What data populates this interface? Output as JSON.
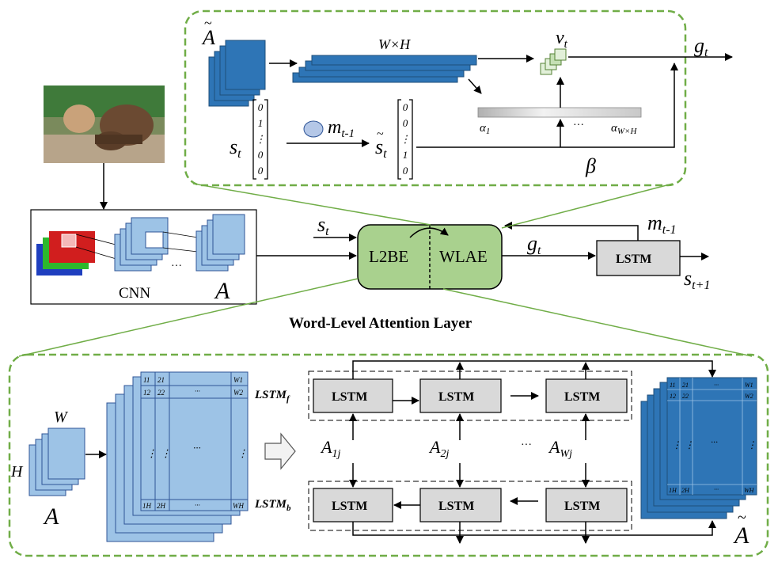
{
  "title": "Word-Level Attention Layer",
  "top": {
    "a_tilde": "A",
    "wh": "W×H",
    "v": "v",
    "v_sub": "t",
    "g": "g",
    "g_sub": "t",
    "s": "s",
    "s_sub": "t",
    "vec1": [
      "0",
      "1",
      "⋮",
      "0",
      "0"
    ],
    "m": "m",
    "m_sub": "t-1",
    "s2": "s",
    "s2_sub": "t",
    "vec2": [
      "0",
      "0",
      "⋮",
      "1",
      "0"
    ],
    "alpha1": "α",
    "alpha1_sub": "1",
    "dots": "···",
    "alphaN": "α",
    "alphaN_sub": "W×H",
    "beta": "β"
  },
  "middle": {
    "cnn": "CNN",
    "dots": "···",
    "a_label": "A",
    "s": "s",
    "s_sub": "t",
    "l2be": "L2BE",
    "wlae": "WLAE",
    "m": "m",
    "m_sub": "t-1",
    "g": "g",
    "g_sub": "t",
    "lstm": "LSTM",
    "s_next": "s",
    "s_next_sub": "t+1"
  },
  "bottom": {
    "w": "W",
    "h": "H",
    "a_label": "A",
    "grid_top": [
      "11",
      "21",
      "···",
      "W1"
    ],
    "grid_row2": [
      "12",
      "22",
      "···",
      "W2"
    ],
    "grid_mid": [
      "⋮",
      "⋮",
      "···",
      "⋮"
    ],
    "grid_bot": [
      "1H",
      "2H",
      "···",
      "WH"
    ],
    "lstmf": "LSTM",
    "lstmf_sub": "f",
    "lstmb": "LSTM",
    "lstmb_sub": "b",
    "lstm": "LSTM",
    "a1": "A",
    "a1_sub": "1j",
    "a2": "A",
    "a2_sub": "2j",
    "dots": "···",
    "aw": "A",
    "aw_sub": "Wj",
    "a_tilde": "A"
  },
  "colors": {
    "dark_blue": "#2e75b6",
    "light_blue": "#9dc3e6",
    "green_border": "#70ad47",
    "green_fill": "#a9d18e",
    "lstm_fill": "#d9d9d9"
  }
}
